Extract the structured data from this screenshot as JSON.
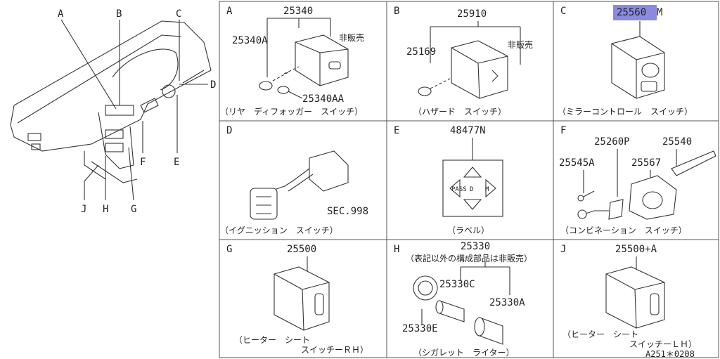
{
  "overview": {
    "labels": [
      "A",
      "B",
      "C",
      "D",
      "E",
      "F",
      "G",
      "H",
      "J"
    ]
  },
  "panels": {
    "A": {
      "letter": "A",
      "parts": [
        "25340",
        "25340A",
        "25340AA",
        "非販売"
      ],
      "caption": "（リヤ　ディフォッガー　スイッチ）"
    },
    "B": {
      "letter": "B",
      "parts": [
        "25910",
        "25169",
        "非販売"
      ],
      "caption": "（ハザード　スイッチ）"
    },
    "C": {
      "letter": "C",
      "part_highlight": "25560",
      "part_suffix": "M",
      "highlight_color": "#8a8ae0",
      "caption": "（ミラーコントロール　スイッチ）"
    },
    "D": {
      "letter": "D",
      "note": "SEC.998",
      "caption": "（イグニッション　スイッチ）"
    },
    "E": {
      "letter": "E",
      "parts": [
        "48477N"
      ],
      "label_text": [
        "PASS",
        "D",
        "M"
      ],
      "caption": "（ラベル）"
    },
    "F": {
      "letter": "F",
      "parts": [
        "25260P",
        "25540",
        "25545A",
        "25567"
      ],
      "caption": "（コンビネーション　スイッチ）"
    },
    "G": {
      "letter": "G",
      "parts": [
        "25500"
      ],
      "caption1": "（ヒーター　シート",
      "caption2": "スイッチーＲＨ）"
    },
    "H": {
      "letter": "H",
      "parts": [
        "25330",
        "25330C",
        "25330A",
        "25330E"
      ],
      "note": "（表記以外の構成部品は非販売）",
      "caption": "（シガレット　ライター）"
    },
    "J": {
      "letter": "J",
      "parts": [
        "25500+A"
      ],
      "caption1": "（ヒーター　シート",
      "caption2": "スイッチーＬＨ）",
      "ref": "A251＊0208"
    }
  }
}
